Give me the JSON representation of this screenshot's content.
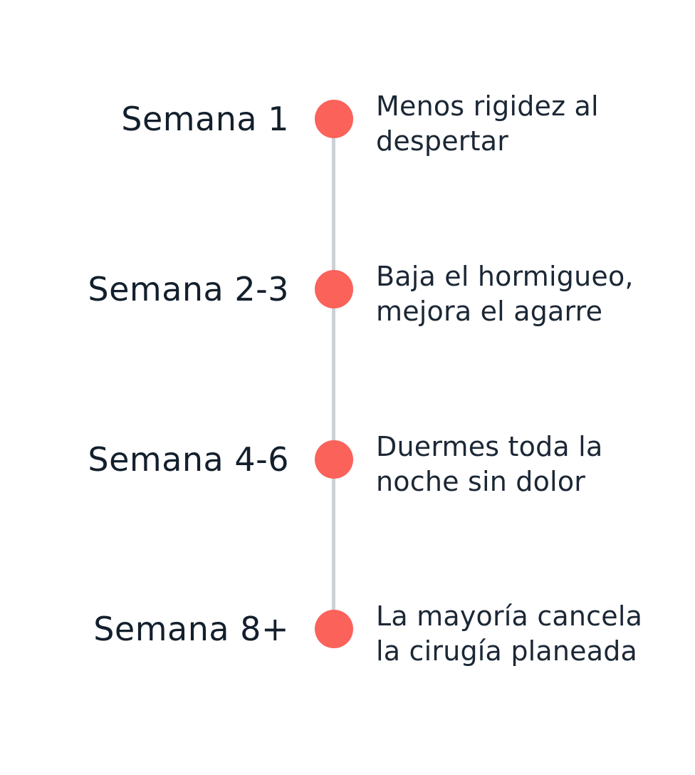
{
  "colors": {
    "dot": "#fa625a",
    "line": "#cdd1d6",
    "heading_text": "#131f2c",
    "body_text": "#1b2735"
  },
  "milestones": [
    {
      "week": "Semana 1",
      "lines": [
        "Menos rigidez al",
        "despertar"
      ]
    },
    {
      "week": "Semana 2-3",
      "lines": [
        "Baja el hormigueo,",
        "mejora el agarre"
      ]
    },
    {
      "week": "Semana 4-6",
      "lines": [
        "Duermes toda la",
        "noche sin dolor"
      ]
    },
    {
      "week": "Semana 8+",
      "lines": [
        "La mayoría cancela",
        "la cirugía planeada"
      ]
    }
  ]
}
